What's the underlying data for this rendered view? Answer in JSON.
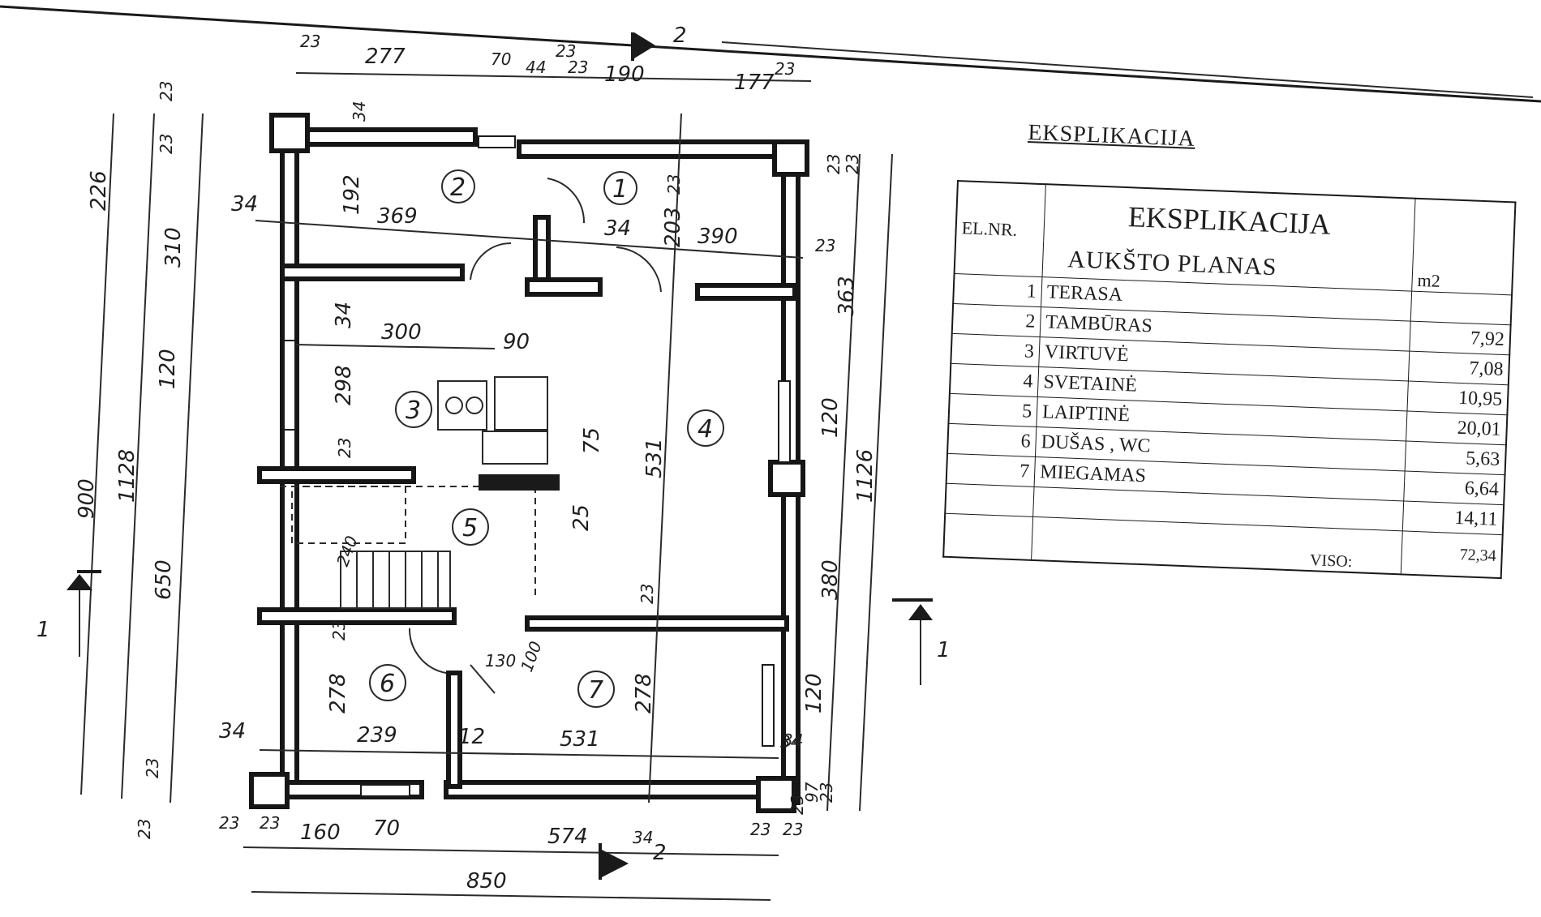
{
  "legend": {
    "title": "EKSPLIKACIJA",
    "col_nr": "EL.NR.",
    "col_name": "EKSPLIKACIJA",
    "col_unit": "m2",
    "subtitle": "AUKŠTO  PLANAS",
    "rows": [
      {
        "nr": "1",
        "name": "TERASA",
        "area": ""
      },
      {
        "nr": "2",
        "name": "TAMBŪRAS",
        "area": "7,92"
      },
      {
        "nr": "3",
        "name": "VIRTUVĖ",
        "area": "7,08"
      },
      {
        "nr": "4",
        "name": "SVETAINĖ",
        "area": "10,95"
      },
      {
        "nr": "5",
        "name": "LAIPTINĖ",
        "area": "20,01"
      },
      {
        "nr": "6",
        "name": "DUŠAS , WC",
        "area": "5,63"
      },
      {
        "nr": "7",
        "name": "MIEGAMAS",
        "area": "6,64"
      }
    ],
    "extra_area": "14,11",
    "total_label": "VISO:",
    "total_value": "72,34"
  },
  "section_marks": {
    "top": "2",
    "bottom": "2",
    "left": "1",
    "right": "1"
  },
  "rooms": [
    "1",
    "2",
    "3",
    "4",
    "5",
    "6",
    "7"
  ],
  "dims": {
    "top": [
      "23",
      "277",
      "70",
      "44",
      "23",
      "23",
      "190",
      "177",
      "23"
    ],
    "bottom": [
      "23",
      "23",
      "160",
      "70",
      "574",
      "34",
      "23",
      "23",
      "850"
    ],
    "left": [
      "23",
      "23",
      "226",
      "310",
      "900",
      "1128",
      "120",
      "650",
      "23",
      "23"
    ],
    "right": [
      "23",
      "23",
      "363",
      "120",
      "1126",
      "380",
      "120",
      "34",
      "23",
      "97",
      "23"
    ],
    "inner": [
      "34",
      "192",
      "369",
      "34",
      "203",
      "23",
      "390",
      "23",
      "34",
      "300",
      "90",
      "34",
      "298",
      "23",
      "75",
      "531",
      "25",
      "240",
      "23",
      "23",
      "278",
      "130",
      "100",
      "278",
      "34",
      "239",
      "12",
      "531",
      "34"
    ]
  }
}
